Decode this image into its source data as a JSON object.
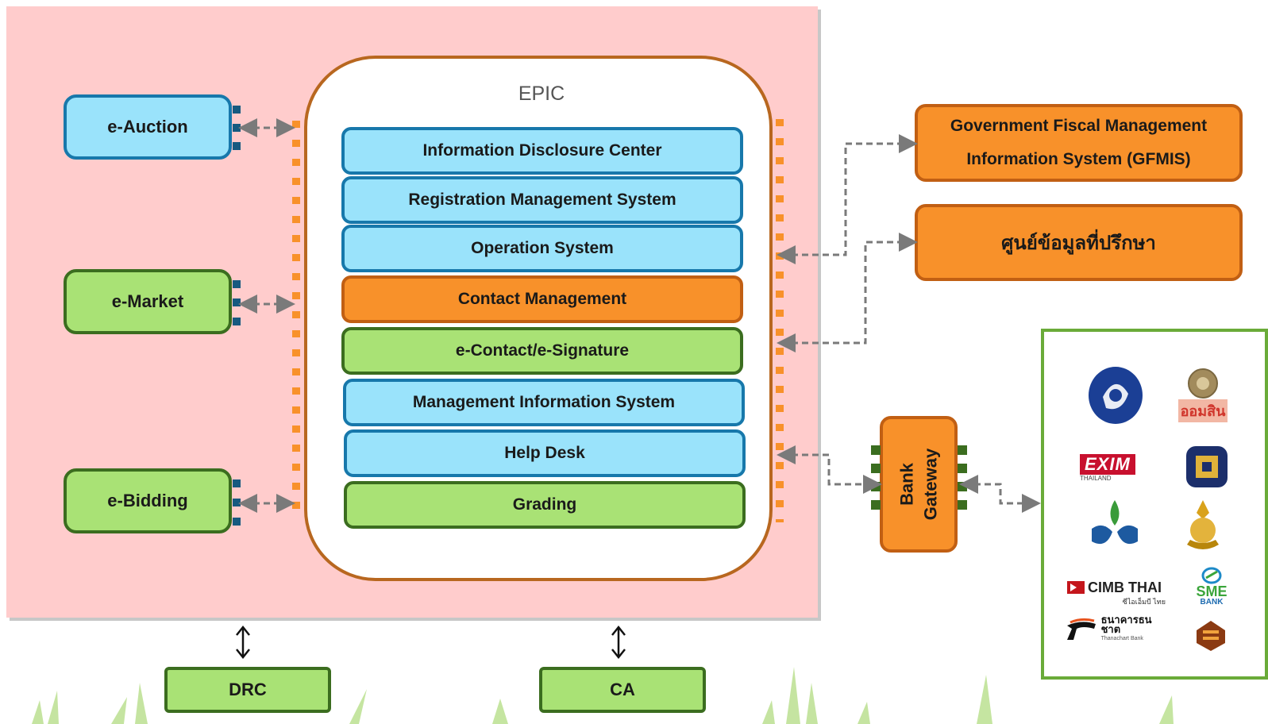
{
  "epic": {
    "title": "EPIC",
    "layers": [
      "Information Disclosure Center",
      "Registration  Management System",
      "Operation System",
      "Contact Management",
      "e-Contact/e-Signature",
      "Management Information System",
      "Help Desk",
      "Grading"
    ]
  },
  "left_systems": [
    "e-Auction",
    "e-Market",
    "e-Bidding"
  ],
  "external": {
    "gfmis_line1": "Government Fiscal Management",
    "gfmis_line2": "Information System (GFMIS)",
    "consult": "ศูนย์ข้อมูลที่ปรึกษา",
    "bank_gateway_line1": "Bank",
    "bank_gateway_line2": "Gateway"
  },
  "bottom": {
    "drc": "DRC",
    "ca": "CA"
  },
  "banks": {
    "gsb": "ออมสิน",
    "exim": "EXIM",
    "exim_sub": "THAILAND",
    "cimb": "CIMB THAI",
    "cimb_sub": "ซีไอเอ็มบี ไทย",
    "sme": "SME",
    "sme_sub": "BANK",
    "thanachart": "ธนาคารธนชาต",
    "thanachart_sub": "Thanachart Bank"
  },
  "colors": {
    "panel": "#ffcccc",
    "blue_fill": "#9ae3fb",
    "orange_fill": "#f8912a",
    "green_fill": "#a9e275",
    "epic_border": "#b8671f"
  }
}
